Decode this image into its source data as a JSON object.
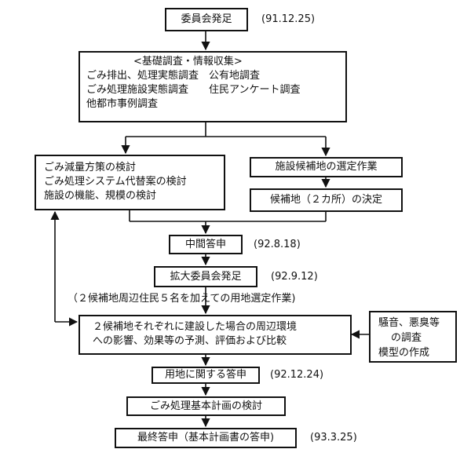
{
  "steps": {
    "kickoff": {
      "label": "委員会発足",
      "date": "(91.12.25)"
    },
    "basic_survey": {
      "heading": "<基礎調査・情報収集>",
      "lines": [
        "ごみ排出、処理実態調査　公有地調査",
        "ごみ処理施設実態調査　　住民アンケート調査",
        "他都市事例調査"
      ]
    },
    "policy_review": {
      "lines": [
        "ごみ減量方策の検討",
        "ごみ処理システム代替案の検討",
        "施設の機能、規模の検討"
      ]
    },
    "site_selection": {
      "label": "施設候補地の選定作業"
    },
    "candidate_decision": {
      "label": "候補地（２カ所）の決定"
    },
    "interim_report": {
      "label": "中間答申",
      "date": "(92.8.18)"
    },
    "expanded_committee": {
      "label": "拡大委員会発足",
      "date": "(92.9.12)"
    },
    "residents_note": "（２候補地周辺住民５名を加えての用地選定作業)",
    "impact_comparison": {
      "lines": [
        "２候補地それぞれに建設した場合の周辺環境",
        "への影響、効果等の予測、評価および比較"
      ]
    },
    "noise_survey": {
      "lines": [
        "騒音、悪臭等",
        "の調査",
        "模型の作成"
      ]
    },
    "site_report": {
      "label": "用地に関する答申",
      "date": "(92.12.24)"
    },
    "basic_plan": {
      "label": "ごみ処理基本計画の検討"
    },
    "final_report": {
      "label": "最終答申（基本計画書の答申)",
      "date": "(93.3.25)"
    }
  }
}
